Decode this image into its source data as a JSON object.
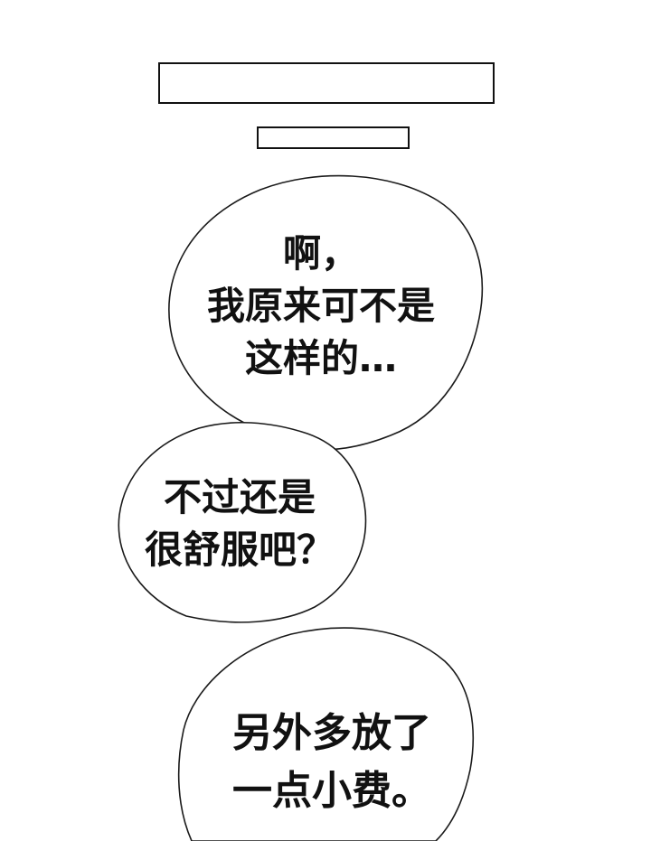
{
  "panel": {
    "redacted_blocks": [
      {
        "label": ""
      },
      {
        "label": ""
      }
    ],
    "bubbles": [
      {
        "lines": [
          "啊，",
          "我原来可不是",
          "这样的…"
        ]
      },
      {
        "lines": [
          "不过还是",
          "很舒服吧？"
        ]
      },
      {
        "lines": [
          "另外多放了",
          "一点小费。"
        ]
      }
    ]
  }
}
